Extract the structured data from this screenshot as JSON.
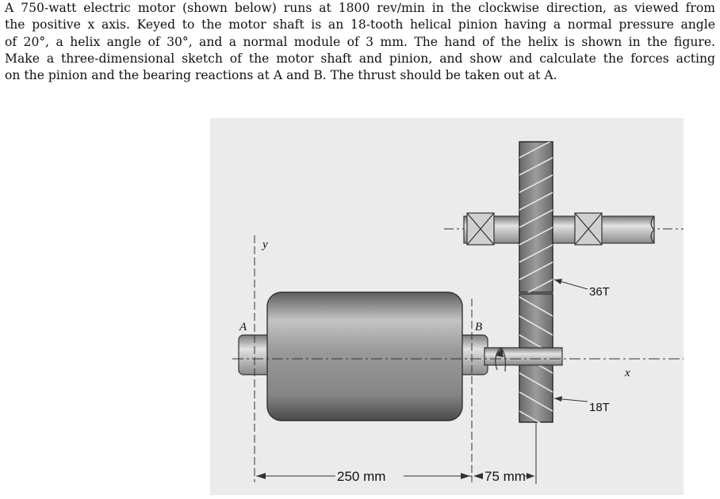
{
  "problem": {
    "line1": "A 750-watt electric motor (shown below) runs at 1800 rev/min in the clockwise direction, as viewed from",
    "line2": "the positive x axis. Keyed to the motor shaft is an 18-tooth helical pinion having a normal pressure angle",
    "line3": "of 20°, a helix angle of 30°, and a normal module of 3 mm. The hand of the helix is shown in the figure.",
    "line4": "Make a three-dimensional sketch of the motor shaft and pinion, and show and calculate the forces acting",
    "line5": "on the pinion and the bearing reactions at A and B. The thrust should be taken out at A."
  },
  "figure": {
    "axis_y": "y",
    "axis_x": "x",
    "label_a": "A",
    "label_b": "B",
    "gear_label": "36T",
    "pinion_label": "18T",
    "dim_ab": "250 mm",
    "dim_bp": "75 mm",
    "colors": {
      "background": "#ebebeb",
      "metal_dark": "#6e6e6e",
      "metal_light": "#d8d8d8",
      "gear": "#8a8a8a"
    }
  }
}
